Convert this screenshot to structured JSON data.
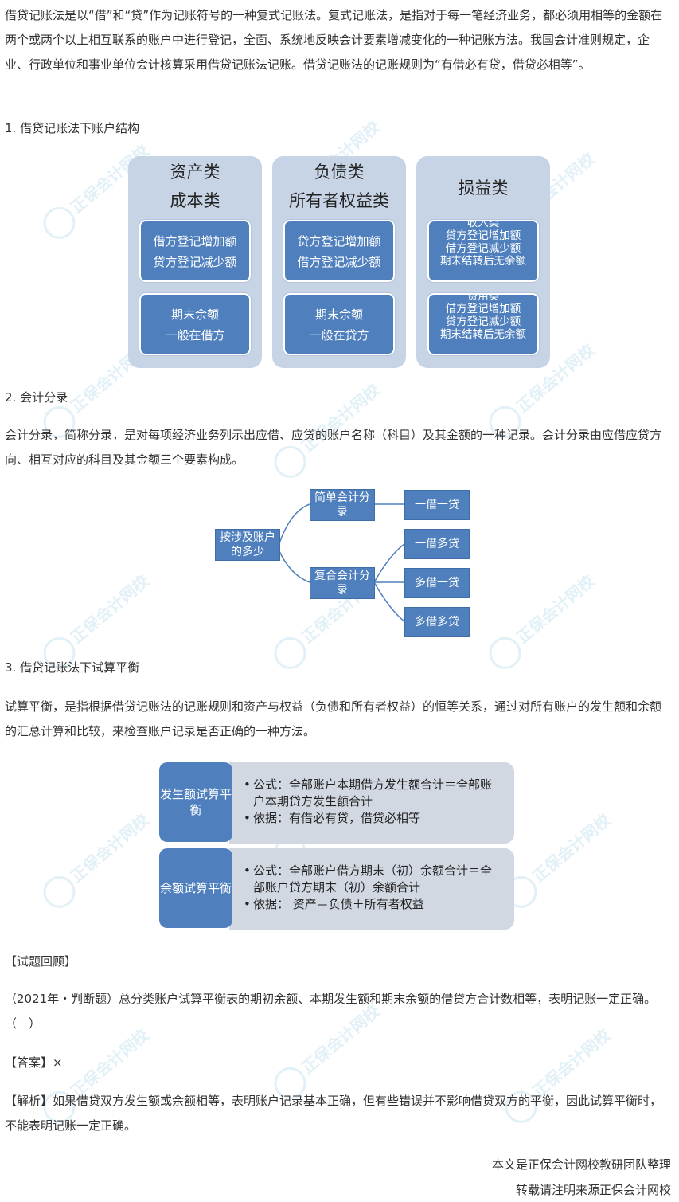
{
  "intro": "借贷记账法是以“借”和“贷”作为记账符号的一种复式记账法。复式记账法，是指对于每一笔经济业务，都必须用相等的金额在两个或两个以上相互联系的账户中进行登记，全面、系统地反映会计要素增减变化的一种记账方法。我国会计准则规定，企业、行政单位和事业单位会计核算采用借贷记账法记账。借贷记账法的记账规则为“有借必有贷，借贷必相等”。",
  "section1": {
    "heading": "1. 借贷记账法下账户结构",
    "columns": [
      {
        "title_line1": "资产类",
        "title_line2": "成本类",
        "box1": [
          "借方登记增加额",
          "贷方登记减少额"
        ],
        "box2": [
          "期末余额",
          "一般在借方"
        ]
      },
      {
        "title_line1": "负债类",
        "title_line2": "所有者权益类",
        "box1": [
          "贷方登记增加额",
          "借方登记减少额"
        ],
        "box2": [
          "期末余额",
          "一般在贷方"
        ]
      },
      {
        "title_line1": "损益类",
        "title_line2": "",
        "box1": [
          "收入类",
          "贷方登记增加额",
          "借方登记减少额",
          "期末结转后无余额"
        ],
        "box2": [
          "费用类",
          "借方登记增加额",
          "贷方登记减少额",
          "期末结转后无余额"
        ]
      }
    ]
  },
  "section2": {
    "heading": "2. 会计分录",
    "paragraph": "会计分录，简称分录，是对每项经济业务列示出应借、应贷的账户名称（科目）及其金额的一种记录。会计分录由应借应贷方向、相互对应的科目及其金额三个要素构成。",
    "tree": {
      "root": "按涉及账户的多少",
      "simple": "简单会计分录",
      "compound": "复合会计分录",
      "leaves": [
        "一借一贷",
        "一借多贷",
        "多借一贷",
        "多借多贷"
      ]
    }
  },
  "section3": {
    "heading": "3. 借贷记账法下试算平衡",
    "paragraph": "试算平衡，是指根据借贷记账法的记账规则和资产与权益（负债和所有者权益）的恒等关系，通过对所有账户的发生额和余额的汇总计算和比较，来检查账户记录是否正确的一种方法。",
    "rows": [
      {
        "label": "发生额试算平衡",
        "formula": "公式：全部账户本期借方发生额合计＝全部账户本期贷方发生额合计",
        "basis": "依据：有借必有贷，借贷必相等"
      },
      {
        "label": "余额试算平衡",
        "formula": "公式：全部账户借方期末（初）余额合计＝全部账户贷方期末（初）余额合计",
        "basis": "依据： 资产＝负债＋所有者权益"
      }
    ]
  },
  "review": {
    "heading": "【试题回顾】",
    "question": "（2021年・判断题）总分类账户试算平衡表的期初余额、本期发生额和期末余额的借贷方合计数相等，表明记账一定正确。（　）",
    "answer": "【答案】×",
    "analysis": "【解析】如果借贷双方发生额或余额相等，表明账户记录基本正确，但有些错误并不影响借贷双方的平衡，因此试算平衡时，不能表明记账一定正确。"
  },
  "footer": {
    "line1": "本文是正保会计网校教研团队整理",
    "line2": "转载请注明来源正保会计网校"
  },
  "watermark": "正保会计网校",
  "colors": {
    "box_blue": "#4f80bd",
    "panel": "#c7d4e6",
    "body_panel": "#d2d8e2"
  }
}
